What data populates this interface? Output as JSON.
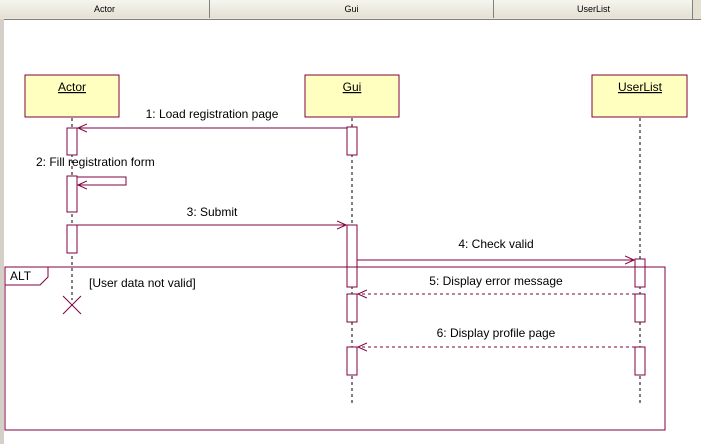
{
  "columns": [
    "Actor",
    "Gui",
    "UserList"
  ],
  "lifelines": [
    "Actor",
    "Gui",
    "UserList"
  ],
  "messages": [
    "1: Load registration page",
    "2: Fill registration form",
    "3: Submit",
    "4: Check valid",
    "5: Display error message",
    "6: Display profile page"
  ],
  "fragment": {
    "operator": "ALT",
    "guard": "[User data not valid]"
  },
  "colors": {
    "lifeline_box_fill": "#ffffc0",
    "line": "#800040",
    "header_bg": "#ece9d8"
  }
}
